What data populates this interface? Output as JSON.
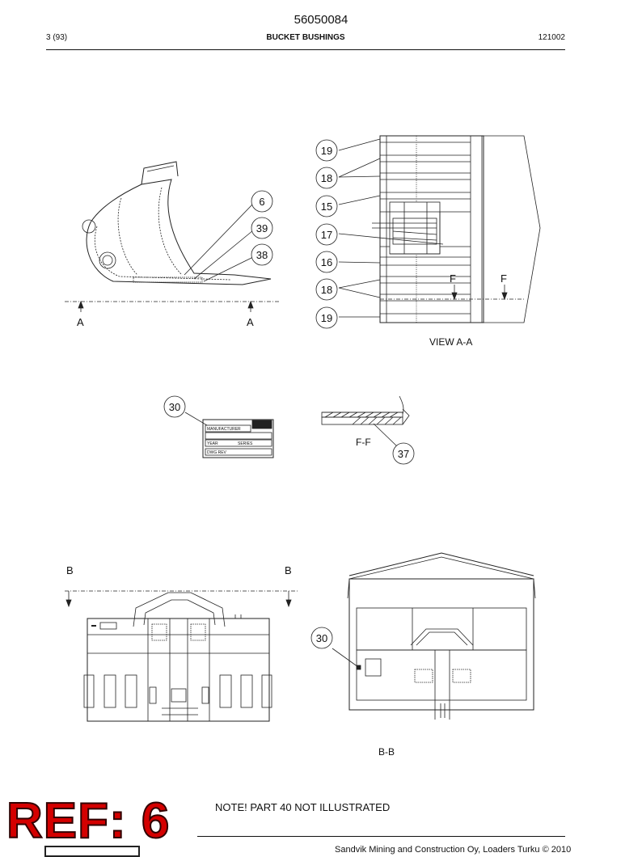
{
  "header": {
    "document_number": "56050084",
    "page": "3 (93)",
    "title": "BUCKET BUSHINGS",
    "code": "121002"
  },
  "callouts": {
    "c19a": "19",
    "c18a": "18",
    "c15": "15",
    "c17": "17",
    "c16": "16",
    "c18b": "18",
    "c19b": "19",
    "c6": "6",
    "c39": "39",
    "c38": "38",
    "c30a": "30",
    "c37": "37",
    "c30b": "30"
  },
  "section_marks": {
    "a_left": "A",
    "a_right": "A",
    "f_left": "F",
    "f_right": "F",
    "b_left": "B",
    "b_right": "B"
  },
  "view_labels": {
    "view_aa": "VIEW A-A",
    "ff": "F-F",
    "bb": "B-B"
  },
  "nameplate": {
    "manufacturer": "MANUFACTURER",
    "year": "YEAR",
    "series": "SERIES",
    "dwg": "DWG REV"
  },
  "note": "NOTE! PART 40 NOT ILLUSTRATED",
  "ref_stamp": "REF: 6",
  "footer": "Sandvik Mining and Construction Oy, Loaders Turku © 2010"
}
